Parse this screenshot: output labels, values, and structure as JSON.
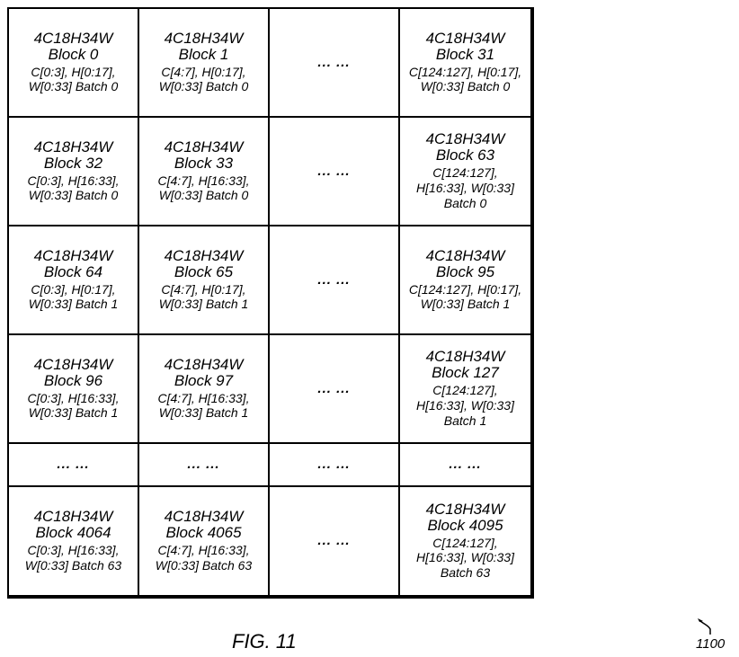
{
  "grid": {
    "rows": [
      {
        "cells": [
          {
            "type": "block",
            "name": "4C18H34W",
            "block": "Block 0",
            "range": [
              "C[0:3], H[0:17],",
              "W[0:33] Batch 0"
            ]
          },
          {
            "type": "block",
            "name": "4C18H34W",
            "block": "Block 1",
            "range": [
              "C[4:7], H[0:17],",
              "W[0:33] Batch 0"
            ]
          },
          {
            "type": "ellipsis",
            "text": "... ..."
          },
          {
            "type": "block",
            "name": "4C18H34W",
            "block": "Block 31",
            "range": [
              "C[124:127], H[0:17],",
              "W[0:33] Batch 0"
            ]
          }
        ]
      },
      {
        "cells": [
          {
            "type": "block",
            "name": "4C18H34W",
            "block": "Block 32",
            "range": [
              "C[0:3], H[16:33],",
              "W[0:33] Batch 0"
            ]
          },
          {
            "type": "block",
            "name": "4C18H34W",
            "block": "Block 33",
            "range": [
              "C[4:7], H[16:33],",
              "W[0:33] Batch 0"
            ]
          },
          {
            "type": "ellipsis",
            "text": "... ..."
          },
          {
            "type": "block",
            "name": "4C18H34W",
            "block": "Block 63",
            "range": [
              "C[124:127],",
              "H[16:33], W[0:33]",
              "Batch 0"
            ]
          }
        ]
      },
      {
        "cells": [
          {
            "type": "block",
            "name": "4C18H34W",
            "block": "Block 64",
            "range": [
              "C[0:3], H[0:17],",
              "W[0:33] Batch 1"
            ]
          },
          {
            "type": "block",
            "name": "4C18H34W",
            "block": "Block 65",
            "range": [
              "C[4:7], H[0:17],",
              "W[0:33] Batch 1"
            ]
          },
          {
            "type": "ellipsis",
            "text": "... ..."
          },
          {
            "type": "block",
            "name": "4C18H34W",
            "block": "Block 95",
            "range": [
              "C[124:127], H[0:17],",
              "W[0:33] Batch 1"
            ]
          }
        ]
      },
      {
        "cells": [
          {
            "type": "block",
            "name": "4C18H34W",
            "block": "Block 96",
            "range": [
              "C[0:3], H[16:33],",
              "W[0:33] Batch 1"
            ]
          },
          {
            "type": "block",
            "name": "4C18H34W",
            "block": "Block 97",
            "range": [
              "C[4:7], H[16:33],",
              "W[0:33] Batch 1"
            ]
          },
          {
            "type": "ellipsis",
            "text": "... ..."
          },
          {
            "type": "block",
            "name": "4C18H34W",
            "block": "Block 127",
            "range": [
              "C[124:127],",
              "H[16:33], W[0:33]",
              "Batch 1"
            ]
          }
        ]
      },
      {
        "cells": [
          {
            "type": "ellipsis",
            "text": "... ..."
          },
          {
            "type": "ellipsis",
            "text": "... ..."
          },
          {
            "type": "ellipsis",
            "text": "... ..."
          },
          {
            "type": "ellipsis",
            "text": "... ..."
          }
        ]
      },
      {
        "cells": [
          {
            "type": "block",
            "name": "4C18H34W",
            "block": "Block 4064",
            "range": [
              "C[0:3], H[16:33],",
              "W[0:33] Batch 63"
            ]
          },
          {
            "type": "block",
            "name": "4C18H34W",
            "block": "Block 4065",
            "range": [
              "C[4:7], H[16:33],",
              "W[0:33] Batch 63"
            ]
          },
          {
            "type": "ellipsis",
            "text": "... ..."
          },
          {
            "type": "block",
            "name": "4C18H34W",
            "block": "Block 4095",
            "range": [
              "C[124:127],",
              "H[16:33], W[0:33]",
              "Batch 63"
            ]
          }
        ]
      }
    ]
  },
  "figure": {
    "label": "FIG. 11",
    "reference_number": "1100"
  }
}
